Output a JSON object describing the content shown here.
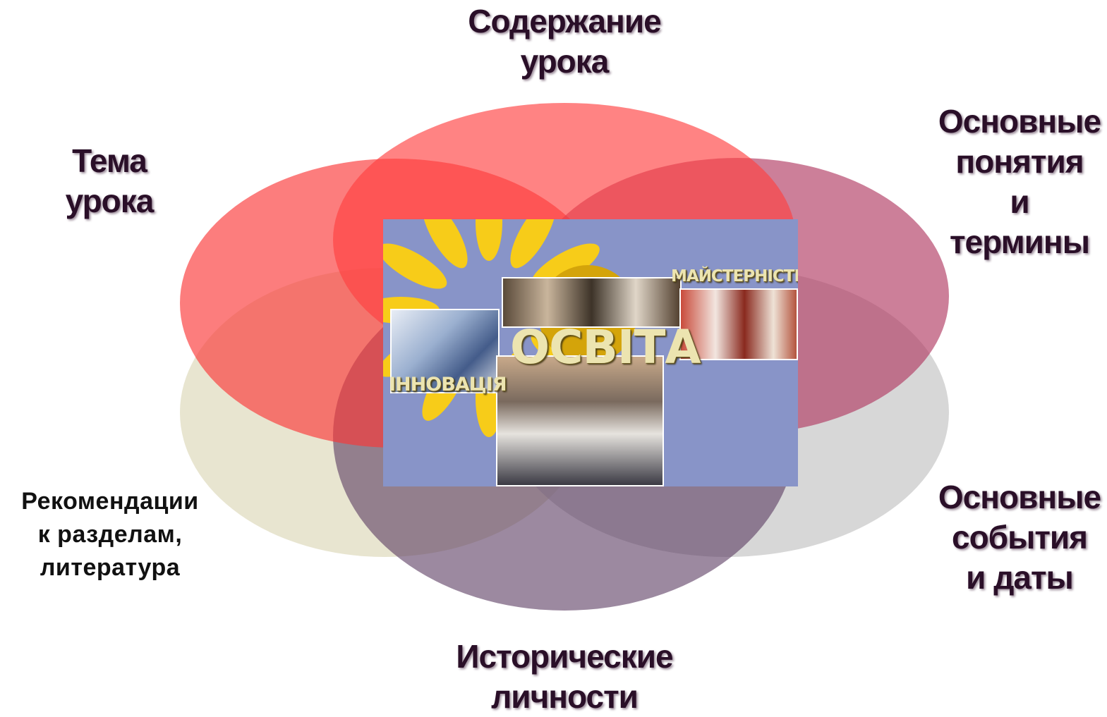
{
  "labels": {
    "top": [
      "Содержание",
      "урока"
    ],
    "top_left": [
      "Тема",
      "урока"
    ],
    "top_right": [
      "Основные",
      "понятия",
      "и",
      "термины"
    ],
    "bottom_right": [
      "Основные",
      "события",
      "и даты"
    ],
    "bottom": [
      "Исторические",
      "личности"
    ],
    "bottom_left": [
      "Рекомендации",
      "к разделам,",
      "литература"
    ]
  },
  "ellipse_colors": {
    "top": "#ff4040",
    "top_left": "#fb3838",
    "top_right": "#b03a62",
    "bottom_right": "#bdbdbd",
    "bottom": "#5a3a60",
    "bottom_left": "#d8d4b0"
  },
  "photo": {
    "words": {
      "osvita": "ОСВІТА",
      "innovatsiya": "ІННОВАЦІЯ",
      "maisternist": "МАЙСТЕРНІСТЬ"
    },
    "background_color": "#8894c8"
  }
}
